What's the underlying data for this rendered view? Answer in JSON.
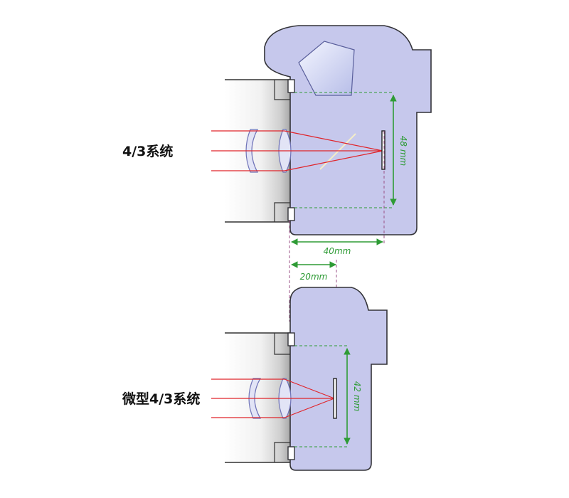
{
  "systems": [
    {
      "label": "4/3系统",
      "sensor_height": "48 mm",
      "flange_distance": "40mm"
    },
    {
      "label": "微型4/3系统",
      "sensor_height": "42 mm",
      "flange_distance": "20mm"
    }
  ],
  "colors": {
    "camera_body": "#c6c8ec",
    "light_rays": "#e0242a",
    "dimension_lines": "#2e9b35",
    "flange_guides": "#9a4f86"
  }
}
